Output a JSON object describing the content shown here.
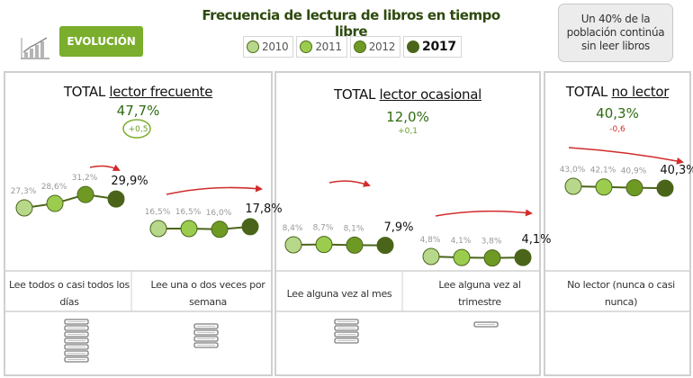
{
  "header": {
    "evolution_button": "EVOLUCIÓN",
    "chart_icon": "bar-chart-icon",
    "title": "Frecuencia de lectura de libros en tiempo libre",
    "note": "Un 40% de la población continúa sin leer libros"
  },
  "legend": [
    {
      "label": "2010",
      "color": "#b7d88a"
    },
    {
      "label": "2011",
      "color": "#9bcc4e"
    },
    {
      "label": "2012",
      "color": "#6e9a24"
    },
    {
      "label": "2017",
      "color": "#4a6519"
    }
  ],
  "colors": {
    "accent": "#7aae2c",
    "title": "#2e4a0e",
    "trend_arrow": "#d12b2b",
    "positive": "#6aa024",
    "negative": "#d12b2b"
  },
  "panels": [
    {
      "prefix": "TOTAL ",
      "name": "lector frecuente",
      "value": "47,7%",
      "change": "+0,5"
    },
    {
      "prefix": "TOTAL ",
      "name": "lector ocasional",
      "value": "12,0%",
      "change": "+0,1"
    },
    {
      "prefix": "TOTAL ",
      "name": "no lector",
      "value": "40,3%",
      "change": "-0,6"
    }
  ],
  "categories": [
    {
      "label": "Lee todos o casi todos los días",
      "icon": "book-stack-icon"
    },
    {
      "label": "Lee una o dos veces por semana",
      "icon": "book-stack-icon"
    },
    {
      "label": "Lee alguna vez al mes",
      "icon": "book-stack-icon"
    },
    {
      "label": "Lee alguna vez al trimestre",
      "icon": "book-stack-icon"
    },
    {
      "label": "No lector (nunca o casi nunca)",
      "icon": ""
    }
  ],
  "chart_data": {
    "type": "line",
    "x": [
      "2010",
      "2011",
      "2012",
      "2017"
    ],
    "series": [
      {
        "name": "Lee todos o casi todos los días",
        "values": [
          27.3,
          28.6,
          31.2,
          29.9
        ],
        "labels": [
          "27,3%",
          "28,6%",
          "31,2%",
          "29,9%"
        ]
      },
      {
        "name": "Lee una o dos veces por semana",
        "values": [
          16.5,
          16.5,
          16.0,
          17.8
        ],
        "labels": [
          "16,5%",
          "16,5%",
          "16,0%",
          "17,8%"
        ]
      },
      {
        "name": "Lee alguna vez al mes",
        "values": [
          8.4,
          8.7,
          8.1,
          7.9
        ],
        "labels": [
          "8,4%",
          "8,7%",
          "8,1%",
          "7,9%"
        ]
      },
      {
        "name": "Lee alguna vez al trimestre",
        "values": [
          4.8,
          4.1,
          3.8,
          4.1
        ],
        "labels": [
          "4,8%",
          "4,1%",
          "3,8%",
          "4,1%"
        ]
      },
      {
        "name": "No lector (nunca o casi nunca)",
        "values": [
          43.0,
          42.1,
          40.9,
          40.3
        ],
        "labels": [
          "43,0%",
          "42,1%",
          "40,9%",
          "40,3%"
        ]
      }
    ]
  }
}
